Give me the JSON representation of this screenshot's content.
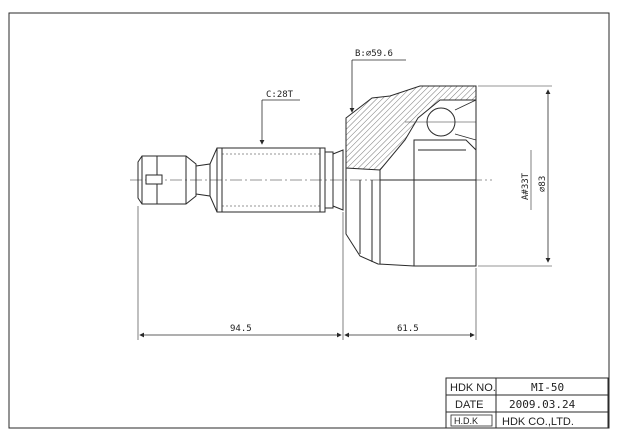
{
  "dimensions": {
    "b_label": "B:⌀59.6",
    "c_label": "C:28T",
    "a_label": "A#33T",
    "d_label": "⌀83",
    "shaft_length": "94.5",
    "housing_length": "61.5"
  },
  "title_block": {
    "hdk_no_label": "HDK NO.",
    "hdk_no_value": "MI-50",
    "date_label": "DATE",
    "date_value": "2009.03.24",
    "logo_text": "H.D.K",
    "company": "HDK CO.,LTD."
  },
  "colors": {
    "line": "#2a2a2a",
    "hatch": "#555555",
    "background": "#ffffff"
  }
}
